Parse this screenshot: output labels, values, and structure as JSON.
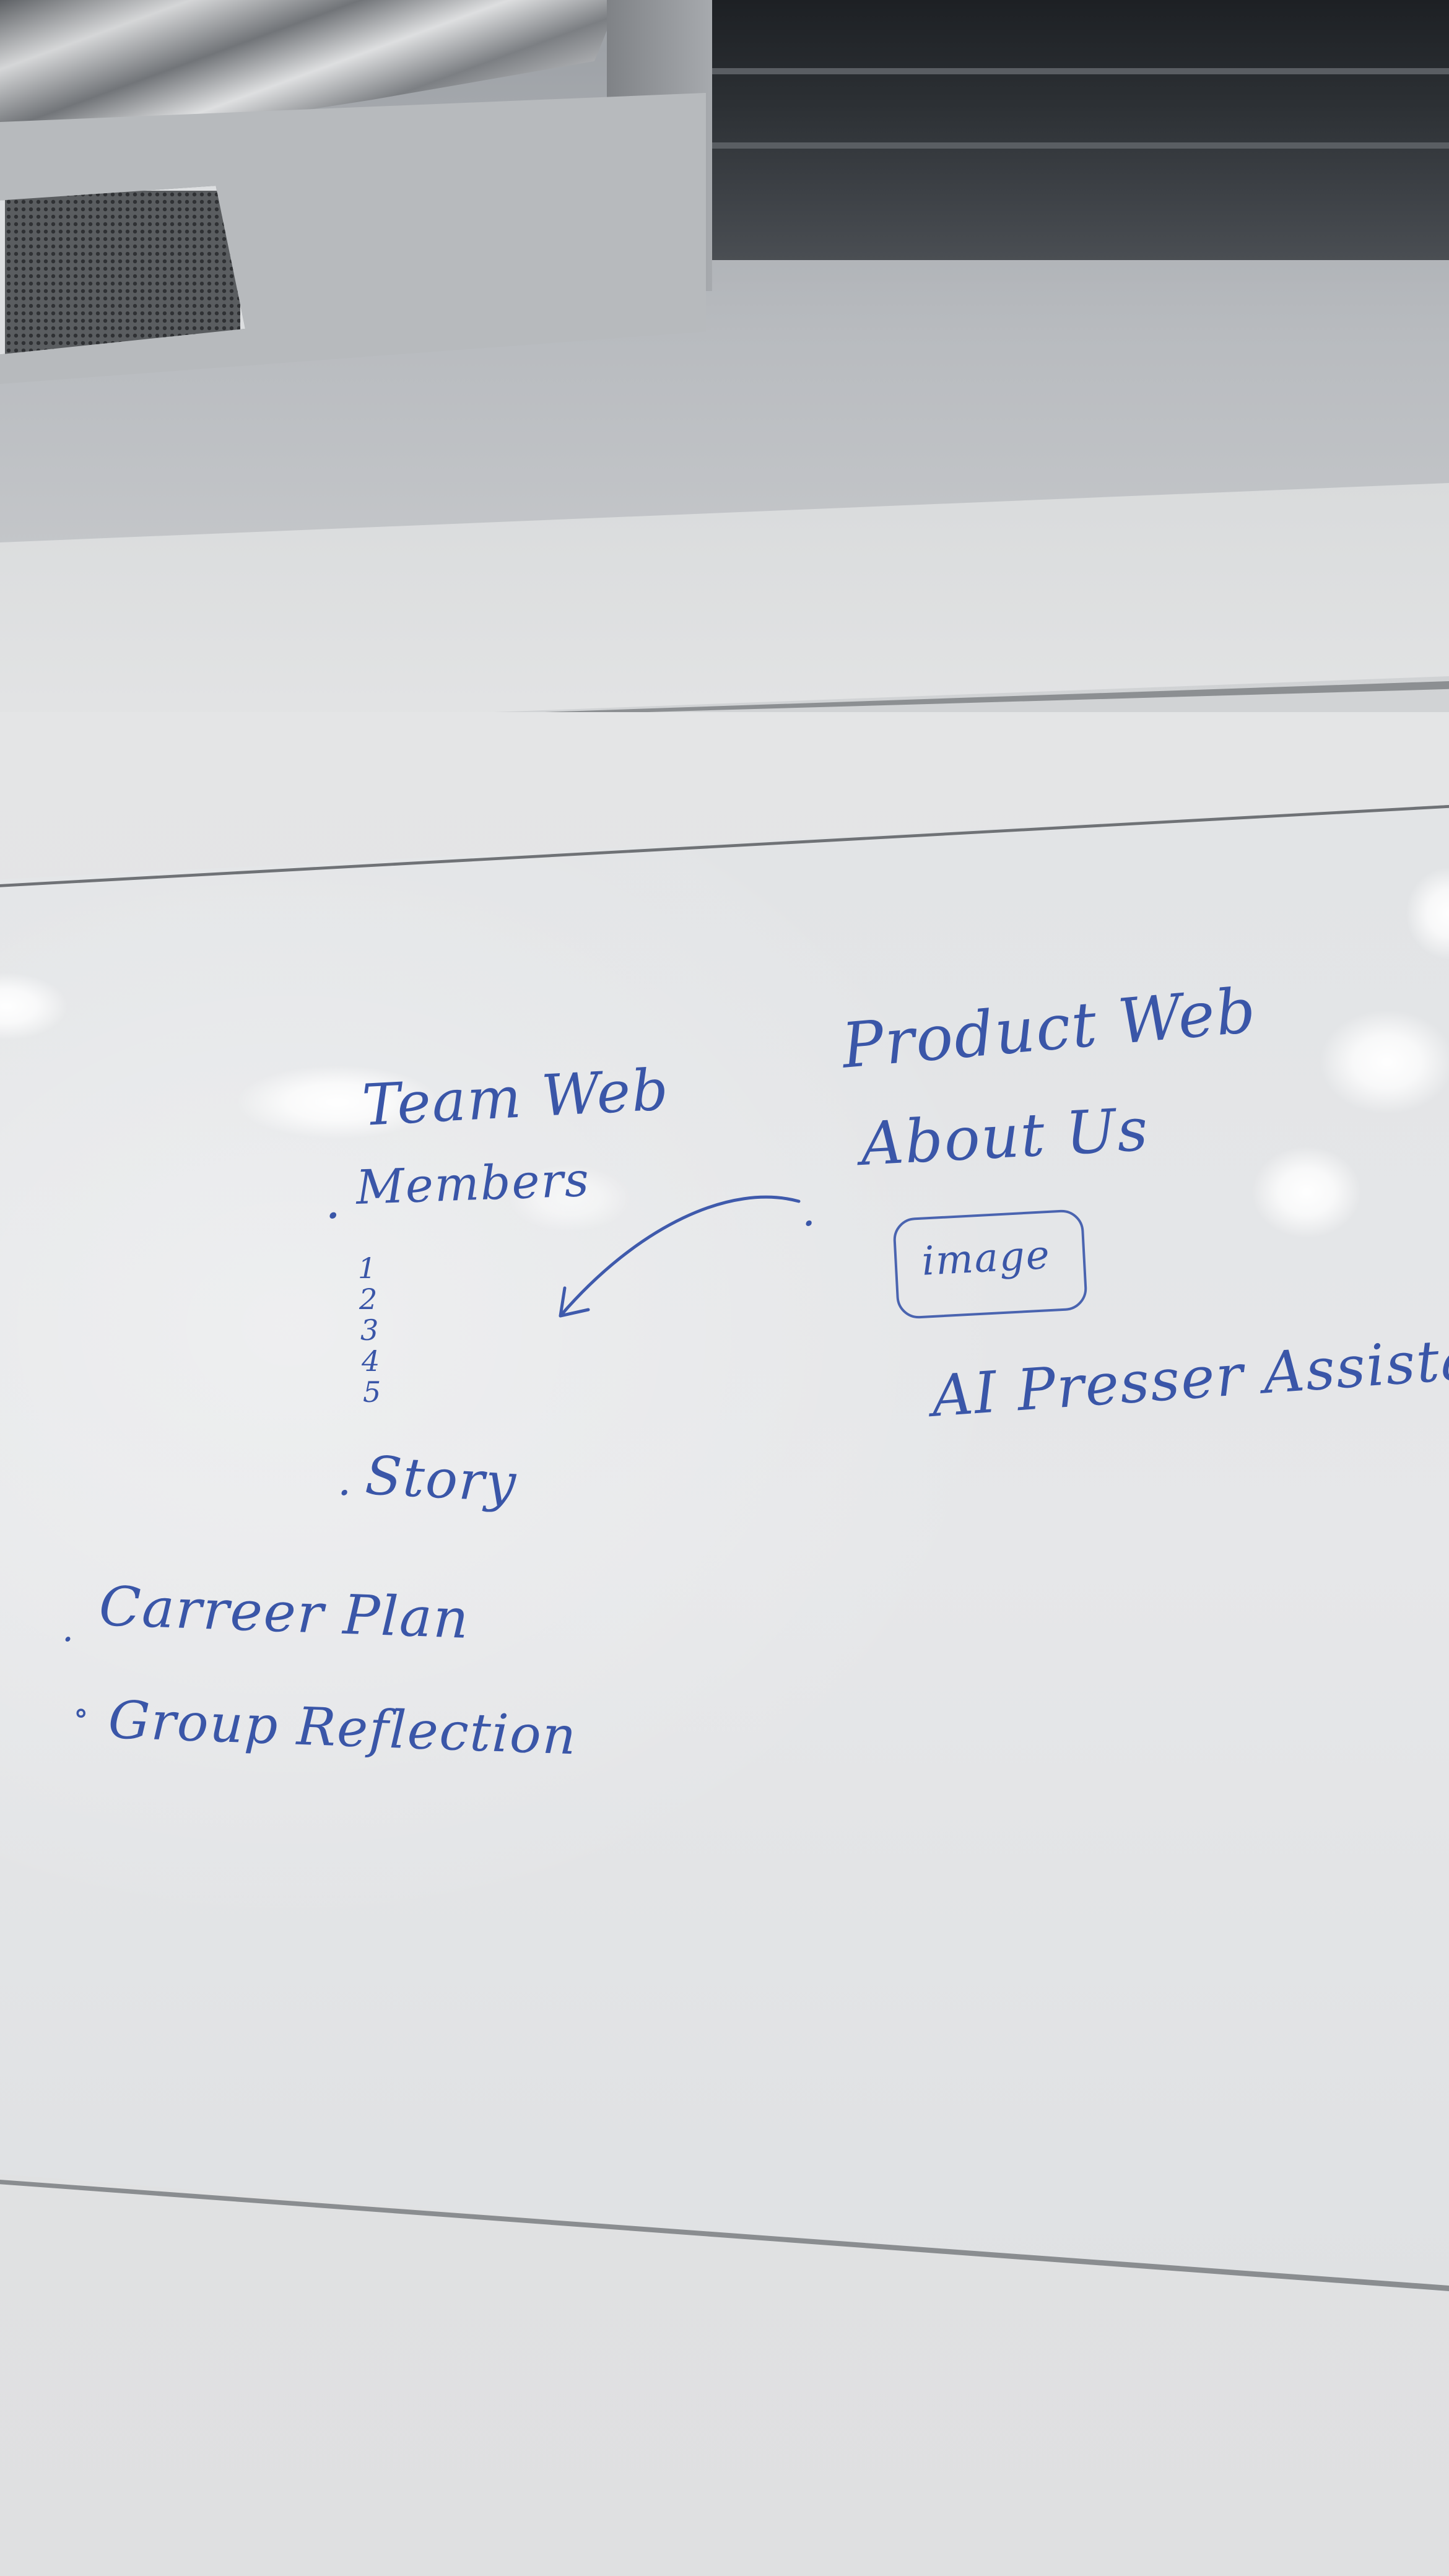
{
  "whiteboard": {
    "left_column": {
      "heading": "Team Web",
      "members": "Members",
      "members_numbers": [
        "1",
        "2",
        "3",
        "4",
        "5"
      ],
      "story": "Story"
    },
    "right_column": {
      "heading": "Product Web",
      "about": "About Us",
      "image_box": "image",
      "ai_line": "AI Presser Assistant"
    },
    "bottom_list": {
      "career": "Carreer Plan",
      "group": "Group Reflection"
    },
    "bullet_marks": {
      "members": ".",
      "story": ".",
      "about": ".",
      "career": ".",
      "group": "∘"
    }
  },
  "colors": {
    "marker": "#3a56a8",
    "board": "#e3e5e7",
    "wall": "#e4e5e6",
    "ceiling_dark": "#2c3034"
  }
}
